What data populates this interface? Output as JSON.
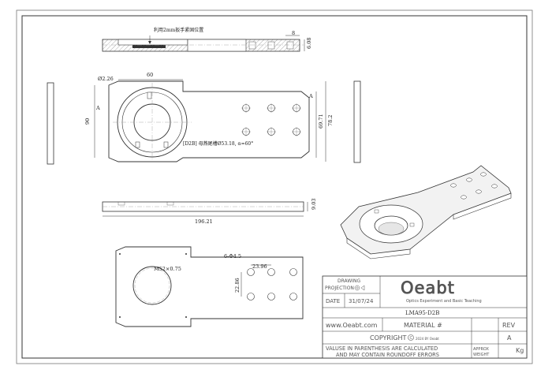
{
  "views": {
    "top": {
      "note": "利用2mm扳手紧固位置",
      "dims": {
        "slot_width": "8",
        "height": "6.08"
      }
    },
    "front": {
      "dims": {
        "corner_radius": "Ø2.26",
        "width_60": "60",
        "height_90": "90",
        "height_69": "69.71",
        "height_78": "78.2",
        "section_a_left": "A",
        "section_a_right": "A"
      },
      "note": "[D2B] 母燕尾槽Ø53.18, α=60°"
    },
    "side": {
      "dims": {
        "length": "196.21",
        "thickness": "9.03"
      }
    },
    "back": {
      "dims": {
        "bore": "M52×0.75",
        "holes": "6-Φ4.5",
        "pitch_x": "23.96",
        "pitch_y": "22.86"
      }
    }
  },
  "title_block": {
    "drawing_projection_label_1": "DRAWING",
    "drawing_projection_label_2": "PROJECTION",
    "date_label": "DATE",
    "date_value": "31/07/24",
    "logo_text": "Oeabt",
    "logo_tagline": "Optics Experiment and Basic Teaching",
    "part_number": "LMA95-D2B",
    "website": "www.Oeabt.com",
    "material_label": "MATERIAL  #",
    "rev_label": "REV",
    "rev_value": "A",
    "copyright_label": "COPYRIGHT",
    "copyright_small": "2024 BY Oeabt",
    "note_line_1": "VALUSE IN PARENTHESIS ARE CALCULATED",
    "note_line_2": "AND MAY CONTAIN ROUNDOFF ERRORS",
    "approx_label": "APPROX",
    "weight_label": "WEIGHT",
    "weight_unit": "Kg"
  }
}
